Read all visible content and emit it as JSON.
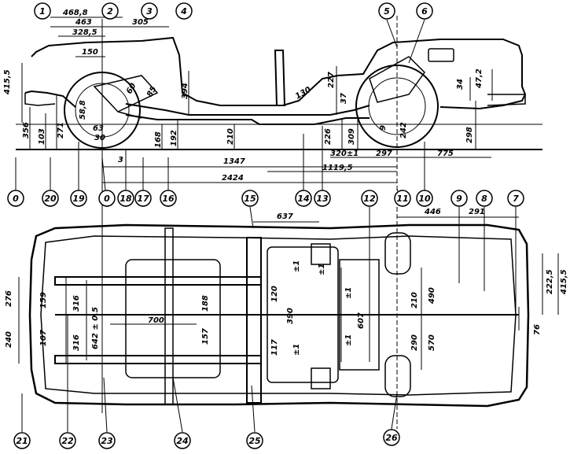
{
  "callouts": {
    "n1": "1",
    "n2": "2",
    "n3": "3",
    "n4": "4",
    "n5": "5",
    "n6": "6",
    "n7": "7",
    "n8": "8",
    "n9": "9",
    "n10": "10",
    "n11": "11",
    "n12": "12",
    "n13": "13",
    "n14": "14",
    "n15": "15",
    "n16": "16",
    "n17": "17",
    "n18": "18",
    "n19": "19",
    "n20": "20",
    "n21": "21",
    "n22": "22",
    "n23": "23",
    "n24": "24",
    "n25": "25",
    "n26": "26",
    "n0a": "0",
    "n0b": "0"
  },
  "side_view": {
    "d_468_8": "468,8",
    "d_463": "463",
    "d_305": "305",
    "d_328_5": "328,5",
    "d_150": "150",
    "d_415_5": "415,5",
    "d_356": "356",
    "d_103": "103",
    "d_271": "271",
    "d_58_8": "58,8",
    "d_63": "63",
    "d_30": "30",
    "d_60": "60",
    "d_85": "85",
    "d_394": "394",
    "d_168": "168",
    "d_192": "192",
    "d_210": "210",
    "d_3": "3",
    "d_1347": "1347",
    "d_2424": "2424",
    "d_130": "130",
    "d_227": "227",
    "d_37": "37",
    "d_226": "226",
    "d_309": "309",
    "d_9": "9",
    "d_242": "242",
    "d_34": "34",
    "d_47_2": "47,2",
    "d_298": "298",
    "d_320": "320±1",
    "d_297": "297",
    "d_775": "775",
    "d_1119_5": "1119,5"
  },
  "plan_view": {
    "d_637": "637",
    "d_446": "446",
    "d_291": "291",
    "d_276": "276",
    "d_159": "159",
    "d_316a": "316",
    "d_642": "642 ± 0,5",
    "d_240": "240",
    "d_107": "107",
    "d_316b": "316",
    "d_700": "700",
    "d_188": "188",
    "d_157": "157",
    "d_120": "120",
    "d_117": "117",
    "d_390": "390",
    "d_607": "607",
    "d_pm1": "±1",
    "d_pm2": "±1",
    "d_pm3": "±1",
    "d_pm4": "±1",
    "d_pm5": "±1",
    "d_210": "210",
    "d_490": "490",
    "d_290": "290",
    "d_570": "570",
    "d_222_5": "222,5",
    "d_415_5": "415,5",
    "d_76": "76"
  }
}
